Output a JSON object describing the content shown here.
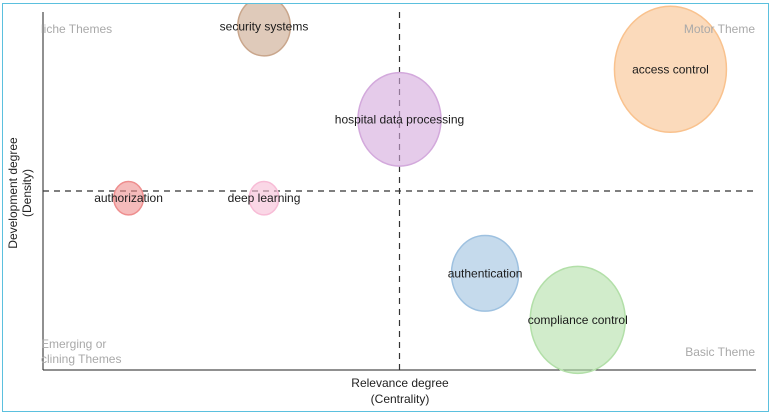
{
  "chart_data": {
    "type": "scatter",
    "subtype": "thematic-map-bubble",
    "xlabel": [
      "Relevance degree",
      "(Centrality)"
    ],
    "ylabel": [
      "Development degree",
      "(Density)"
    ],
    "quadrants": {
      "top_left": [
        "liche Themes"
      ],
      "top_right": [
        "Motor Theme"
      ],
      "bottom_left": [
        "Emerging or",
        "clining Themes"
      ],
      "bottom_right": [
        "Basic Theme"
      ]
    },
    "grid": false,
    "median_lines": true,
    "themes": [
      {
        "label": "security systems",
        "centrality": 0.31,
        "density": 0.96,
        "size": 0.22,
        "color": "#c9a68c"
      },
      {
        "label": "access control",
        "centrality": 0.88,
        "density": 0.84,
        "size": 1.0,
        "color": "#f9c28e"
      },
      {
        "label": "hospital data processing",
        "centrality": 0.5,
        "density": 0.7,
        "size": 0.55,
        "color": "#d3a9dc"
      },
      {
        "label": "authorization",
        "centrality": 0.12,
        "density": 0.48,
        "size": 0.07,
        "color": "#ee8e8e"
      },
      {
        "label": "deep learning",
        "centrality": 0.31,
        "density": 0.48,
        "size": 0.07,
        "color": "#f7bcd6"
      },
      {
        "label": "authentication",
        "centrality": 0.62,
        "density": 0.27,
        "size": 0.36,
        "color": "#9ec1e0"
      },
      {
        "label": "compliance control",
        "centrality": 0.75,
        "density": 0.14,
        "size": 0.72,
        "color": "#b2dfa8"
      }
    ]
  }
}
